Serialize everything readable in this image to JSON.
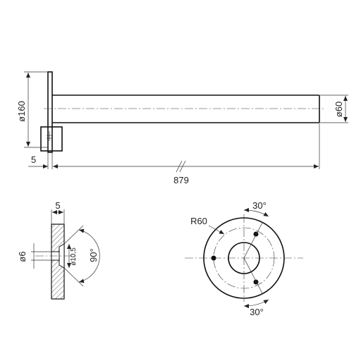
{
  "side_view": {
    "plate_diameter": "ø160",
    "arm_diameter": "ø60",
    "plate_thickness": "5",
    "arm_length": "879"
  },
  "section_view": {
    "plate_thickness": "5",
    "hole_diameter": "ø6",
    "countersink_diameter": "ø10,5",
    "countersink_angle": "90°"
  },
  "plate_view": {
    "bolt_circle_radius": "R60",
    "angle_top": "30°",
    "angle_bottom": "30°"
  }
}
